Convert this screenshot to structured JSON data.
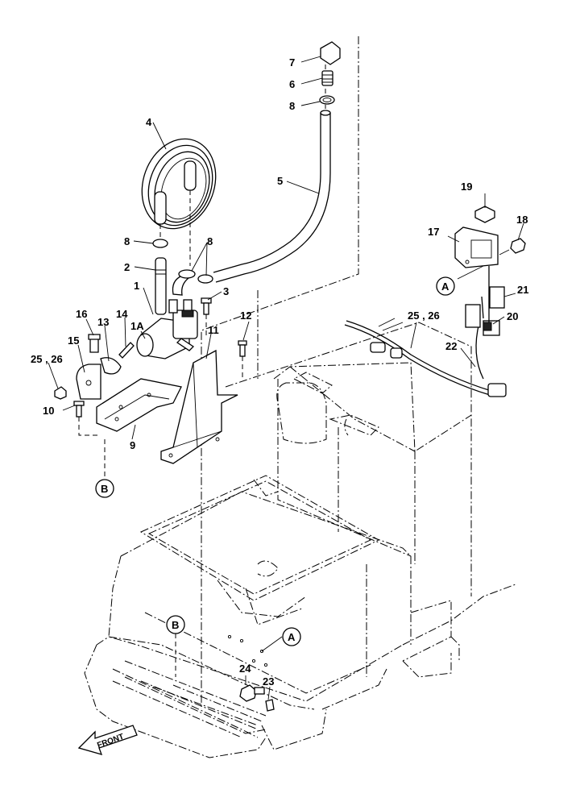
{
  "callouts": {
    "p1": "1",
    "p1A": "1A",
    "p2": "2",
    "p3": "3",
    "p4": "4",
    "p5": "5",
    "p6": "6",
    "p7": "7",
    "p8a": "8",
    "p8b": "8",
    "p8c": "8",
    "p9": "9",
    "p10": "10",
    "p11": "11",
    "p12": "12",
    "p13": "13",
    "p14": "14",
    "p15": "15",
    "p16": "16",
    "p17": "17",
    "p18": "18",
    "p19": "19",
    "p20": "20",
    "p21": "21",
    "p22": "22",
    "p23": "23",
    "p24": "24",
    "p25a": "25 , 26",
    "p25b": "25 , 26"
  },
  "refs": {
    "a1": "A",
    "a2": "A",
    "b1": "B",
    "b2": "B"
  },
  "front_arrow": "FRONT"
}
